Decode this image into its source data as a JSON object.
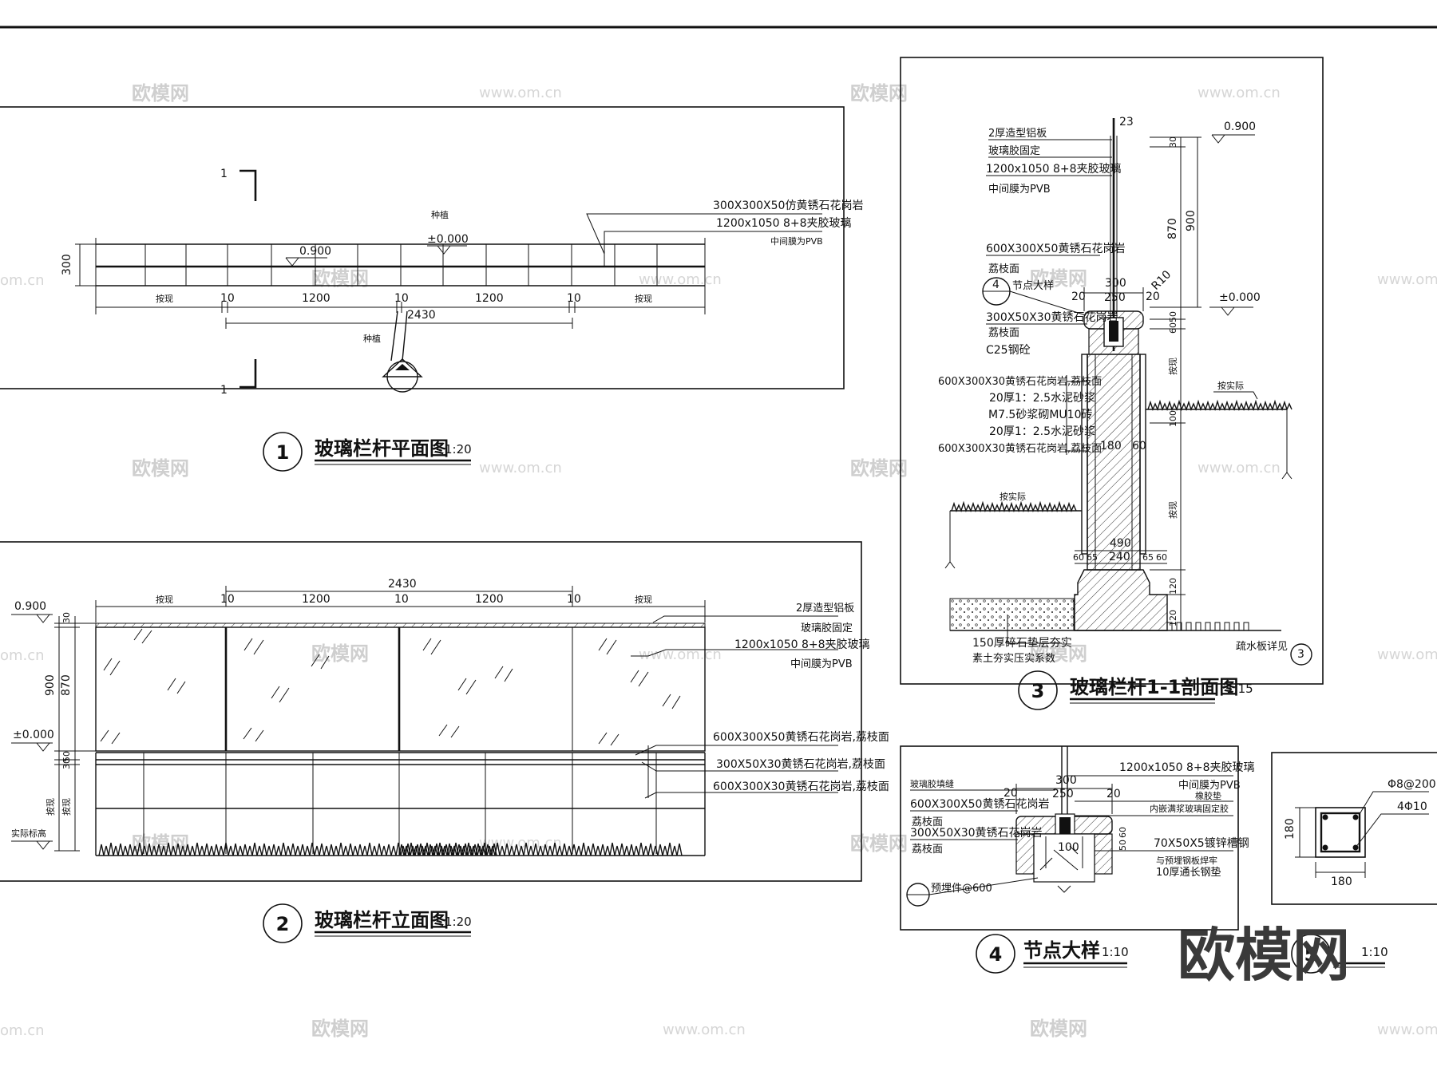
{
  "watermarks": {
    "brand": "欧模网",
    "url": "www.om.cn",
    "url_short": "om.cn",
    "corner": "欧模网"
  },
  "view1": {
    "circle": "1",
    "title": "玻璃栏杆平面图",
    "scale": "1:20",
    "section_mark": "1",
    "labels": {
      "top_note": "种植",
      "bottom_note": "种植",
      "elev_0900": "0.900",
      "elev_0000": "±0.000",
      "dim_300": "300",
      "dim_10a": "10",
      "dim_1200a": "1200",
      "dim_10b": "10",
      "dim_1200b": "1200",
      "dim_10c": "10",
      "dim_left": "按现",
      "dim_right": "按现",
      "dim_2430": "2430",
      "note1": "300X300X50仿黄锈石花岗岩",
      "note2": "1200x1050  8+8夹胶玻璃",
      "note3": "中间膜为PVB"
    }
  },
  "view2": {
    "circle": "2",
    "title": "玻璃栏杆立面图",
    "scale": "1:20",
    "labels": {
      "dim_2430": "2430",
      "dim_left": "按现",
      "dim_10a": "10",
      "dim_1200a": "1200",
      "dim_10b": "10",
      "dim_1200b": "1200",
      "dim_10c": "10",
      "dim_right": "按现",
      "elev_0900": "0.900",
      "elev_0000": "±0.000",
      "ground": "实际标高",
      "v30": "30",
      "v900": "900",
      "v870": "870",
      "v50": "50",
      "v30b": "30",
      "vvar": "按现",
      "vvar2": "按现",
      "note1": "2厚造型铝板",
      "note2": "玻璃胶固定",
      "note3": "1200x1050  8+8夹胶玻璃",
      "note4": "中间膜为PVB",
      "note5": "600X300X50黄锈石花岗岩,荔枝面",
      "note6": "300X50X30黄锈石花岗岩,荔枝面",
      "note7": "600X300X30黄锈石花岗岩,荔枝面"
    }
  },
  "view3": {
    "circle": "3",
    "title": "玻璃栏杆1-1剖面图",
    "scale": "1:15",
    "detail_circle": "4",
    "detail_label": "节点大样",
    "labels": {
      "d23": "23",
      "elev_0900": "0.900",
      "elev_0000": "±0.000",
      "n1": "2厚造型铝板",
      "n2": "玻璃胶固定",
      "n3": "1200x1050  8+8夹胶玻璃",
      "n4": "中间膜为PVB",
      "n5": "600X300X50黄锈石花岗岩",
      "n6": "荔枝面",
      "d300": "300",
      "d20a": "20",
      "d250": "250",
      "d20b": "20",
      "r10": "R10",
      "n7": "300X50X30黄锈石花岗岩",
      "n8": "荔枝面",
      "n9": "C25钢砼",
      "n10": "600X300X30黄锈石花岗岩,荔枝面",
      "n11": "20厚1：2.5水泥砂浆",
      "n12": "M7.5砂浆砌MU10砖",
      "n13": "20厚1：2.5水泥砂浆",
      "n14": "600X300X30黄锈石花岗岩,荔枝面",
      "d180": "180",
      "d60": "60",
      "ground_r": "按实际",
      "ground_l": "按实际",
      "d490": "490",
      "d60a": "60",
      "d65a": "65",
      "d240": "240",
      "d65b": "65",
      "d60b": "60",
      "v30": "30",
      "v870": "870",
      "v900": "900",
      "v50": "50",
      "v60": "60",
      "v100": "100",
      "vvar": "按现",
      "vvar2": "按现",
      "v120": "120",
      "v120b": "120",
      "n15": "150厚碎石垫层夯实",
      "n16": "素土夯实压实系数",
      "n17": "疏水板详见",
      "small_circle": "3"
    }
  },
  "view4": {
    "circle": "4",
    "title": "节点大样",
    "scale": "1:10",
    "labels": {
      "d300": "300",
      "d20a": "20",
      "d250": "250",
      "d20b": "20",
      "n1": "1200x1050  8+8夹胶玻璃",
      "n2": "中间膜为PVB",
      "n3": "橡胶垫",
      "n4": "内嵌满浆玻璃固定胶",
      "l1": "玻璃胶填缝",
      "l2": "600X300X50黄锈石花岗岩",
      "l3": "荔枝面",
      "l4": "300X50X30黄锈石花岗岩",
      "l5": "荔枝面",
      "n5": "70X50X5镀锌槽钢",
      "n6": "与预埋钢板焊牢",
      "n7": "10厚通长钢垫",
      "v60": "60",
      "v50": "50",
      "d100": "100",
      "anchor": "预埋件@600"
    }
  },
  "view5": {
    "circle": "5",
    "scale": "1:10",
    "labels": {
      "stirrup": "Φ8@200",
      "bars": "4Φ10",
      "d180h": "180",
      "d180v": "180"
    }
  }
}
